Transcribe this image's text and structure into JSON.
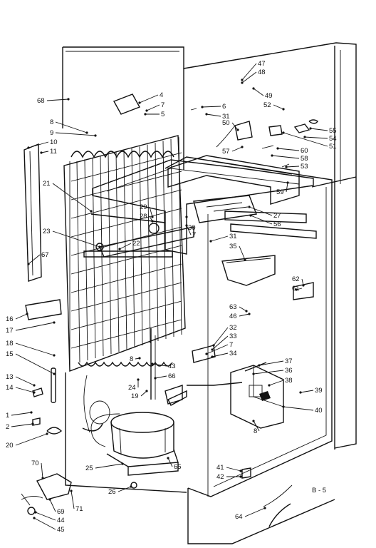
{
  "diagram": {
    "caption": "B - 5",
    "parts": [
      {
        "id": "p68",
        "label": "68"
      },
      {
        "id": "p4",
        "label": "4"
      },
      {
        "id": "p7a",
        "label": "7"
      },
      {
        "id": "p5",
        "label": "5"
      },
      {
        "id": "p8a",
        "label": "8"
      },
      {
        "id": "p9",
        "label": "9"
      },
      {
        "id": "p10",
        "label": "10"
      },
      {
        "id": "p11",
        "label": "11"
      },
      {
        "id": "p21a",
        "label": "21"
      },
      {
        "id": "p29",
        "label": "29"
      },
      {
        "id": "p28",
        "label": "28"
      },
      {
        "id": "p23",
        "label": "23"
      },
      {
        "id": "p22",
        "label": "22"
      },
      {
        "id": "p67",
        "label": "67"
      },
      {
        "id": "p16",
        "label": "16"
      },
      {
        "id": "p17",
        "label": "17"
      },
      {
        "id": "p18",
        "label": "18"
      },
      {
        "id": "p15",
        "label": "15"
      },
      {
        "id": "p13",
        "label": "13"
      },
      {
        "id": "p14",
        "label": "14"
      },
      {
        "id": "p1",
        "label": "1"
      },
      {
        "id": "p2",
        "label": "2"
      },
      {
        "id": "p20",
        "label": "20"
      },
      {
        "id": "p70",
        "label": "70"
      },
      {
        "id": "p69",
        "label": "69"
      },
      {
        "id": "p44",
        "label": "44"
      },
      {
        "id": "p45",
        "label": "45"
      },
      {
        "id": "p71",
        "label": "71"
      },
      {
        "id": "p26",
        "label": "26"
      },
      {
        "id": "p25",
        "label": "25"
      },
      {
        "id": "p65",
        "label": "65"
      },
      {
        "id": "p24",
        "label": "24"
      },
      {
        "id": "p19",
        "label": "19"
      },
      {
        "id": "p8b",
        "label": "8"
      },
      {
        "id": "p43",
        "label": "43"
      },
      {
        "id": "p66",
        "label": "66"
      },
      {
        "id": "p47",
        "label": "47"
      },
      {
        "id": "p48",
        "label": "48"
      },
      {
        "id": "p49",
        "label": "49"
      },
      {
        "id": "p52",
        "label": "52"
      },
      {
        "id": "p6",
        "label": "6"
      },
      {
        "id": "p31a",
        "label": "31"
      },
      {
        "id": "p50",
        "label": "50"
      },
      {
        "id": "p55",
        "label": "55"
      },
      {
        "id": "p54",
        "label": "54"
      },
      {
        "id": "p51",
        "label": "51"
      },
      {
        "id": "p57",
        "label": "57"
      },
      {
        "id": "p60",
        "label": "60"
      },
      {
        "id": "p58",
        "label": "58"
      },
      {
        "id": "p53",
        "label": "53"
      },
      {
        "id": "p59",
        "label": "59"
      },
      {
        "id": "p27",
        "label": "27"
      },
      {
        "id": "p56",
        "label": "56"
      },
      {
        "id": "p30",
        "label": "30"
      },
      {
        "id": "p7b",
        "label": "7"
      },
      {
        "id": "p31b",
        "label": "31"
      },
      {
        "id": "p35",
        "label": "35"
      },
      {
        "id": "p62",
        "label": "62"
      },
      {
        "id": "p61",
        "label": "61"
      },
      {
        "id": "p63",
        "label": "63"
      },
      {
        "id": "p46",
        "label": "46"
      },
      {
        "id": "p32",
        "label": "32"
      },
      {
        "id": "p33",
        "label": "33"
      },
      {
        "id": "p7c",
        "label": "7"
      },
      {
        "id": "p34",
        "label": "34"
      },
      {
        "id": "p37",
        "label": "37"
      },
      {
        "id": "p36",
        "label": "36"
      },
      {
        "id": "p38",
        "label": "38"
      },
      {
        "id": "p39",
        "label": "39"
      },
      {
        "id": "p40",
        "label": "40"
      },
      {
        "id": "p8c",
        "label": "8"
      },
      {
        "id": "p41",
        "label": "41"
      },
      {
        "id": "p42",
        "label": "42"
      },
      {
        "id": "p64",
        "label": "64"
      }
    ]
  }
}
